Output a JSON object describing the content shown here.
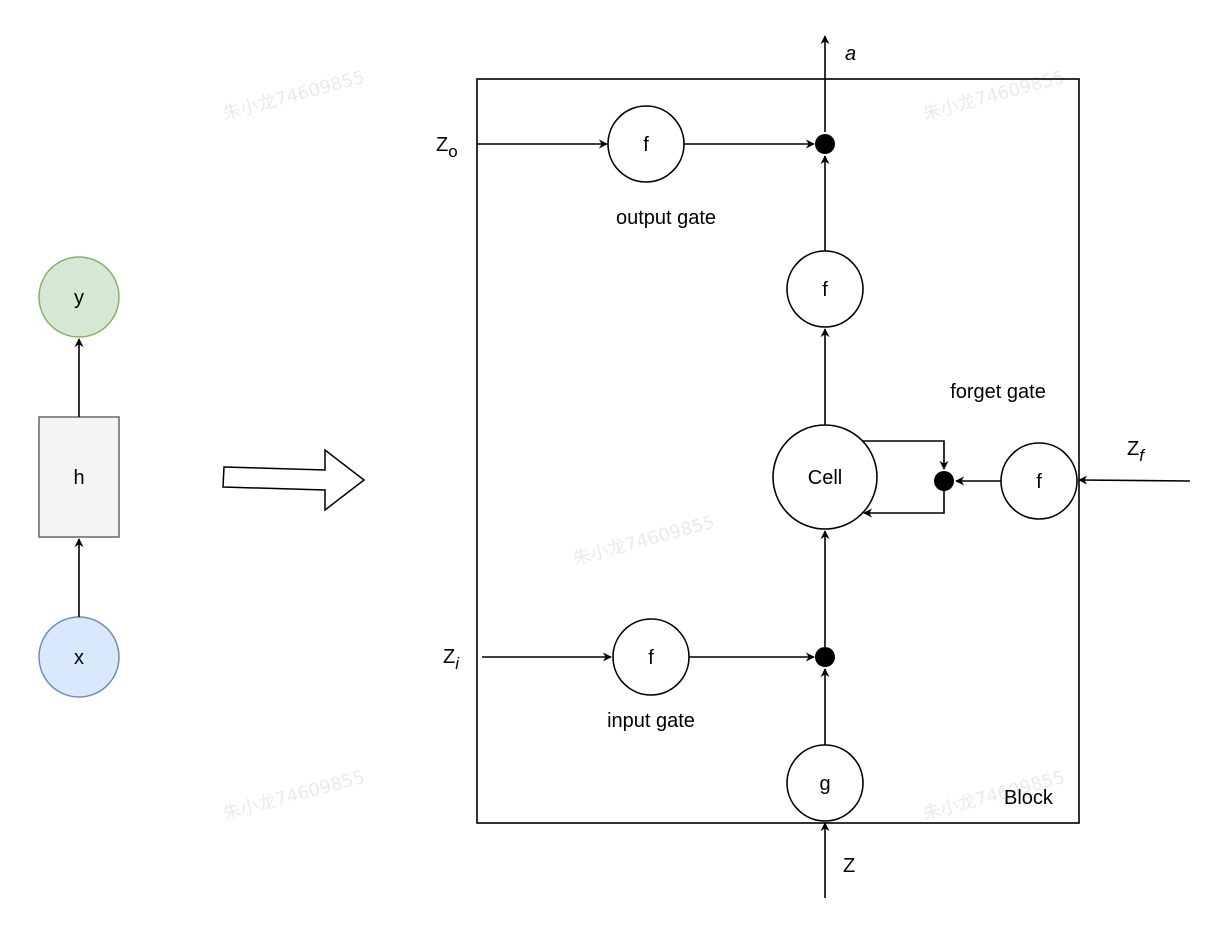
{
  "rnn": {
    "output_node": "y",
    "hidden_node": "h",
    "input_node": "x",
    "colors": {
      "output_fill": "#d5e8d4",
      "output_stroke": "#82b366",
      "input_fill": "#dae8fc",
      "input_stroke": "#6c8ebf",
      "hidden_fill": "#f5f5f5",
      "hidden_stroke": "#666666"
    }
  },
  "lstm": {
    "block_label": "Block",
    "cell_label": "Cell",
    "output_activation": "f",
    "output_gate_activation": "f",
    "input_gate_activation": "f",
    "forget_gate_activation": "f",
    "input_activation": "g",
    "output_gate_label": "output gate",
    "input_gate_label": "input gate",
    "forget_gate_label": "forget gate",
    "output_label": "a",
    "input_label": "Z",
    "z_o": {
      "base": "Z",
      "sub": "o"
    },
    "z_i": {
      "base": "Z",
      "sub": "i"
    },
    "z_f": {
      "base": "Z",
      "sub": "f"
    }
  },
  "watermark": "朱小龙74609855"
}
